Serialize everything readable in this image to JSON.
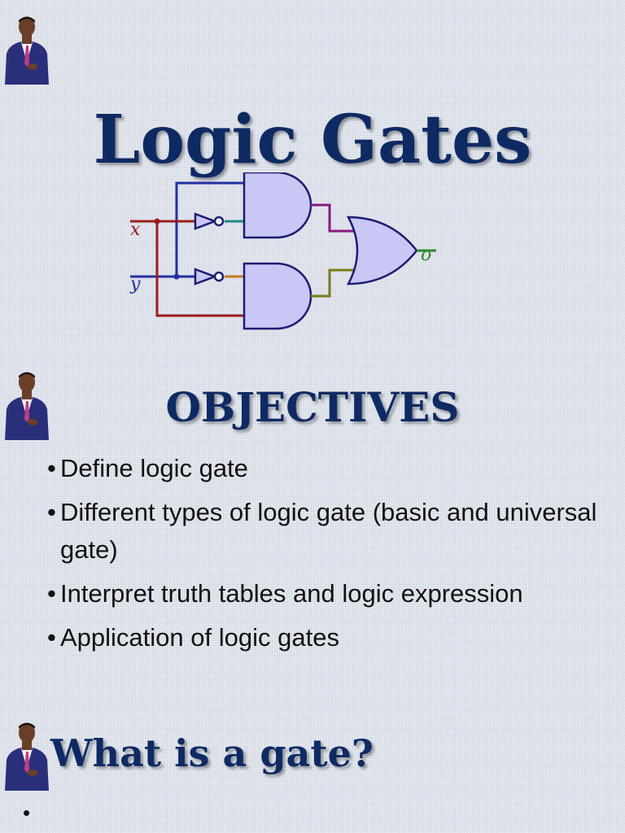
{
  "slide1": {
    "title": "Logic Gates",
    "diagram": {
      "input_x": "x",
      "input_y": "y",
      "output": "o",
      "colors": {
        "gate_fill": "#c9c8f5",
        "gate_stroke": "#1d1d73",
        "wire_blue": "#2430a0",
        "wire_red": "#9b1c1c",
        "wire_teal": "#1a8a86",
        "wire_purple": "#8a1a82",
        "wire_orange": "#c7751e",
        "wire_olive": "#7b7a14",
        "wire_green": "#2a8a2a"
      }
    }
  },
  "slide2": {
    "title": "OBJECTIVES",
    "bullet": "•",
    "items": [
      "Define logic gate",
      "Different types of logic gate (basic and universal gate)",
      "Interpret truth tables and logic expression",
      "Application of logic gates"
    ]
  },
  "slide3": {
    "title": "What is a gate?",
    "bullet": "•"
  },
  "colors": {
    "title": "#0f2a63",
    "suit": "#2a2f7a"
  }
}
